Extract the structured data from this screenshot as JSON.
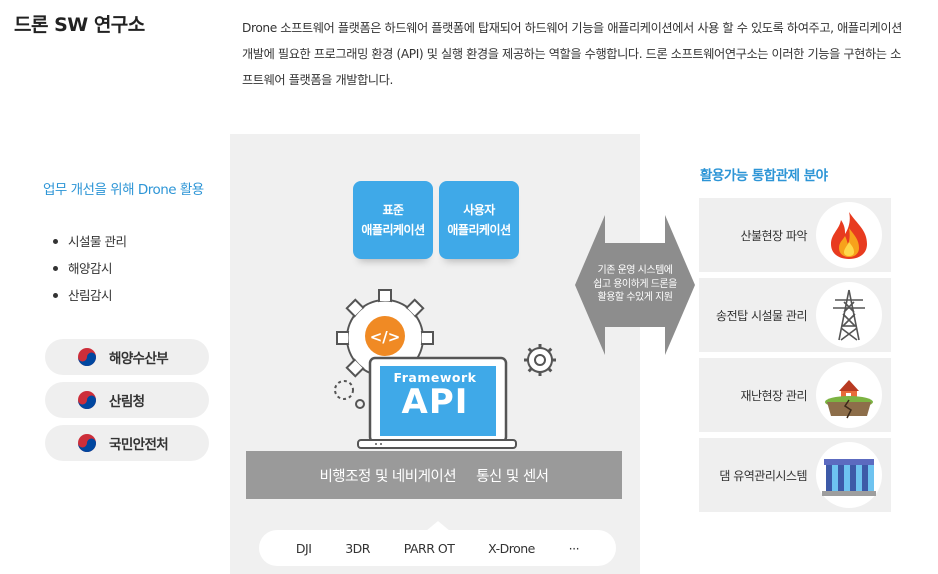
{
  "header": {
    "title": "드론 SW 연구소",
    "description": "Drone 소프트웨어 플랫폼은 하드웨어 플랫폼에 탑재되어 하드웨어 기능을 애플리케이션에서 사용 할 수 있도록 하여주고, 애플리케이션 개발에 필요한 프로그래밍 환경 (API) 및 실행 환경을 제공하는 역할을 수행합니다. 드론 소프트웨어연구소는 이러한 기능을 구현하는 소프트웨어 플랫폼을 개발합니다."
  },
  "left": {
    "heading": "업무 개선을 위해 Drone 활용",
    "bullets": [
      "시설물 관리",
      "해양감시",
      "산림감시"
    ],
    "agencies": [
      {
        "label": "해양수산부",
        "icon": "taegeuk-emblem-icon"
      },
      {
        "label": "산림청",
        "icon": "taegeuk-emblem-icon"
      },
      {
        "label": "국민안전처",
        "icon": "taegeuk-emblem-icon"
      }
    ]
  },
  "center": {
    "apps": [
      {
        "line1": "표준",
        "line2": "애플리케이션"
      },
      {
        "line1": "사용자",
        "line2": "애플리케이션"
      }
    ],
    "framework_label": "Framework",
    "api_label": "API",
    "nav_items": [
      "비행조정 및 네비게이션",
      "통신 및 센서"
    ],
    "vendors": [
      "DJI",
      "3DR",
      "PARR OT",
      "X-Drone",
      "···"
    ]
  },
  "arrow": {
    "lines": [
      "기존 운영 시스템에",
      "쉽고 용이하게 드론을",
      "활용할 수있게 지원"
    ]
  },
  "right": {
    "heading": "활용가능 통합관제 분야",
    "items": [
      {
        "label": "산불현장 파악",
        "icon": "fire-icon"
      },
      {
        "label": "송전탑 시설물 관리",
        "icon": "power-tower-icon"
      },
      {
        "label": "재난현장 관리",
        "icon": "earthquake-house-icon"
      },
      {
        "label": "댐 유역관리시스템",
        "icon": "dam-icon"
      }
    ]
  },
  "colors": {
    "accent_blue": "#3fa9e8",
    "heading_blue": "#2d95d6",
    "gray_bar": "#9a9a9a",
    "panel_bg": "#f0f0f0",
    "orange": "#f08a24"
  }
}
